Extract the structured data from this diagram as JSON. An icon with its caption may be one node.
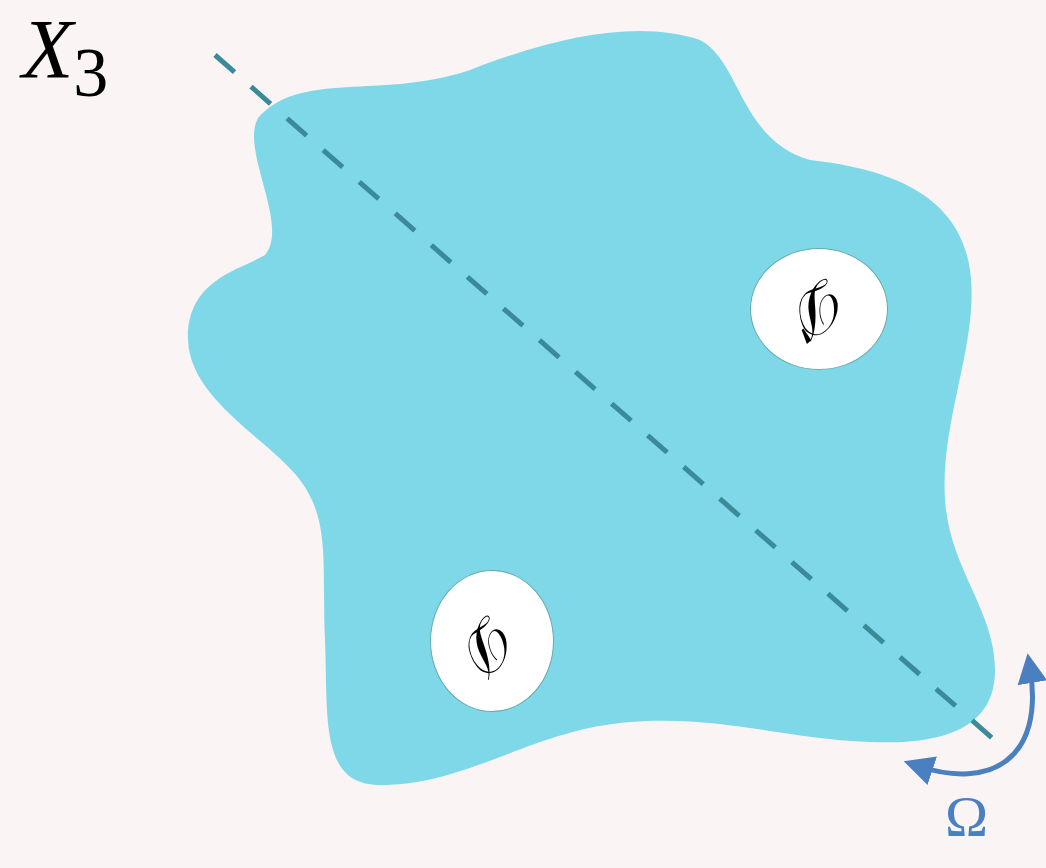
{
  "diagram": {
    "nodes": [
      {
        "text": [],
        "shape": "cloud"
      },
      {
        "text": [
          "𝒟′"
        ],
        "in": 0
      },
      {
        "text": [
          "𝒟"
        ],
        "in": 0
      }
    ],
    "labels": [
      "*X*$_{3}$",
      "Ω"
    ]
  }
}
